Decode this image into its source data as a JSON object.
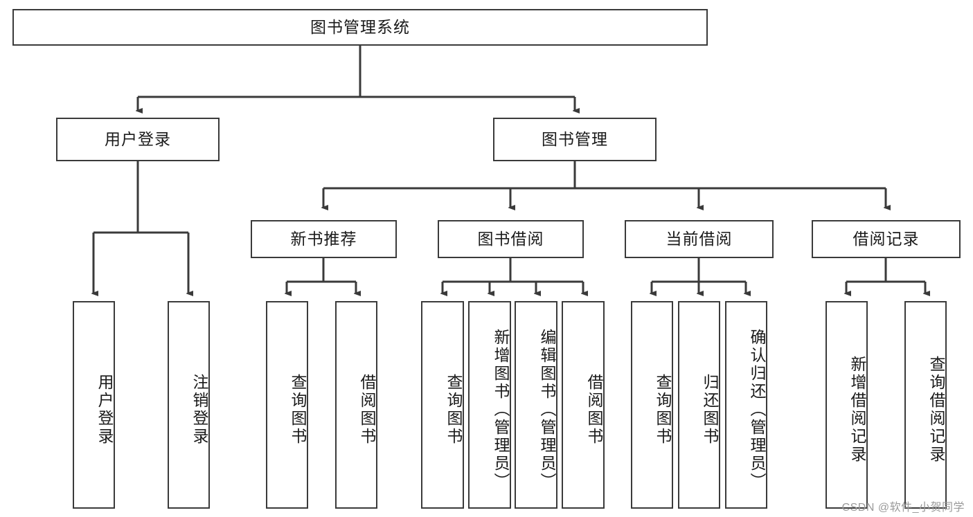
{
  "diagram": {
    "type": "tree",
    "title": "图书管理系统",
    "root": {
      "label": "图书管理系统"
    },
    "level2": [
      {
        "label": "用户登录"
      },
      {
        "label": "图书管理"
      }
    ],
    "level3": [
      {
        "label": "新书推荐"
      },
      {
        "label": "图书借阅"
      },
      {
        "label": "当前借阅"
      },
      {
        "label": "借阅记录"
      }
    ],
    "leaves_user_login": [
      {
        "label": "用户登录"
      },
      {
        "label": "注销登录"
      }
    ],
    "leaves_new_book": [
      {
        "label": "查询图书"
      },
      {
        "label": "借阅图书"
      }
    ],
    "leaves_borrow": [
      {
        "label": "查询图书"
      },
      {
        "label": "新增图书（管理员）"
      },
      {
        "label": "编辑图书（管理员）"
      },
      {
        "label": "借阅图书"
      }
    ],
    "leaves_current": [
      {
        "label": "查询图书"
      },
      {
        "label": "归还图书"
      },
      {
        "label": "确认归还（管理员）"
      }
    ],
    "leaves_records": [
      {
        "label": "新增借阅记录"
      },
      {
        "label": "查询借阅记录"
      }
    ]
  },
  "style": {
    "stroke": "#3a3a3a",
    "text_color": "#1a1a1a",
    "background": "#ffffff"
  },
  "watermark": {
    "text": "CSDN @软件_小贺同学"
  }
}
